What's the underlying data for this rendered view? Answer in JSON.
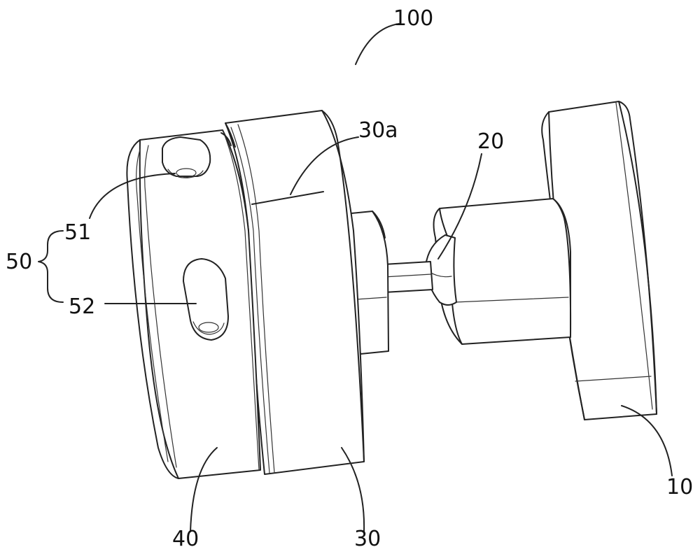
{
  "labels": {
    "assembly": "100",
    "surface_30a": "30a",
    "part_20": "20",
    "group_50": "50",
    "part_51": "51",
    "part_52": "52",
    "part_40": "40",
    "part_30": "30",
    "part_10": "10"
  }
}
